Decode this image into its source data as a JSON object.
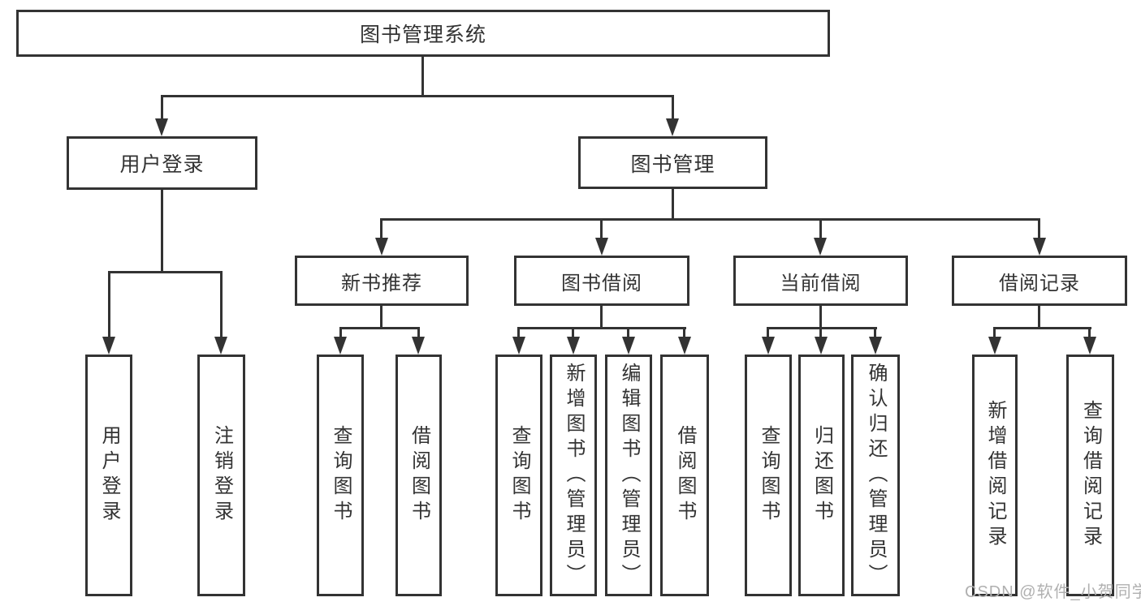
{
  "tree": {
    "label": "图书管理系统",
    "children": [
      {
        "label": "用户登录",
        "children": [
          {
            "label": "用户登录"
          },
          {
            "label": "注销登录"
          }
        ]
      },
      {
        "label": "图书管理",
        "children": [
          {
            "label": "新书推荐",
            "children": [
              {
                "label": "查询图书"
              },
              {
                "label": "借阅图书"
              }
            ]
          },
          {
            "label": "图书借阅",
            "children": [
              {
                "label": "查询图书"
              },
              {
                "label": "新增图书（管理员）"
              },
              {
                "label": "编辑图书（管理员）"
              },
              {
                "label": "借阅图书"
              }
            ]
          },
          {
            "label": "当前借阅",
            "children": [
              {
                "label": "查询图书"
              },
              {
                "label": "归还图书"
              },
              {
                "label": "确认归还（管理员）"
              }
            ]
          },
          {
            "label": "借阅记录",
            "children": [
              {
                "label": "新增借阅记录"
              },
              {
                "label": "查询借阅记录"
              }
            ]
          }
        ]
      }
    ]
  },
  "watermark": {
    "text": "CSDN @软件_小贺同学"
  },
  "colors": {
    "line": "#333333",
    "text": "#333333",
    "box_background": "#ffffff",
    "page_background": "#ffffff",
    "watermark": "#b0b0b0"
  }
}
